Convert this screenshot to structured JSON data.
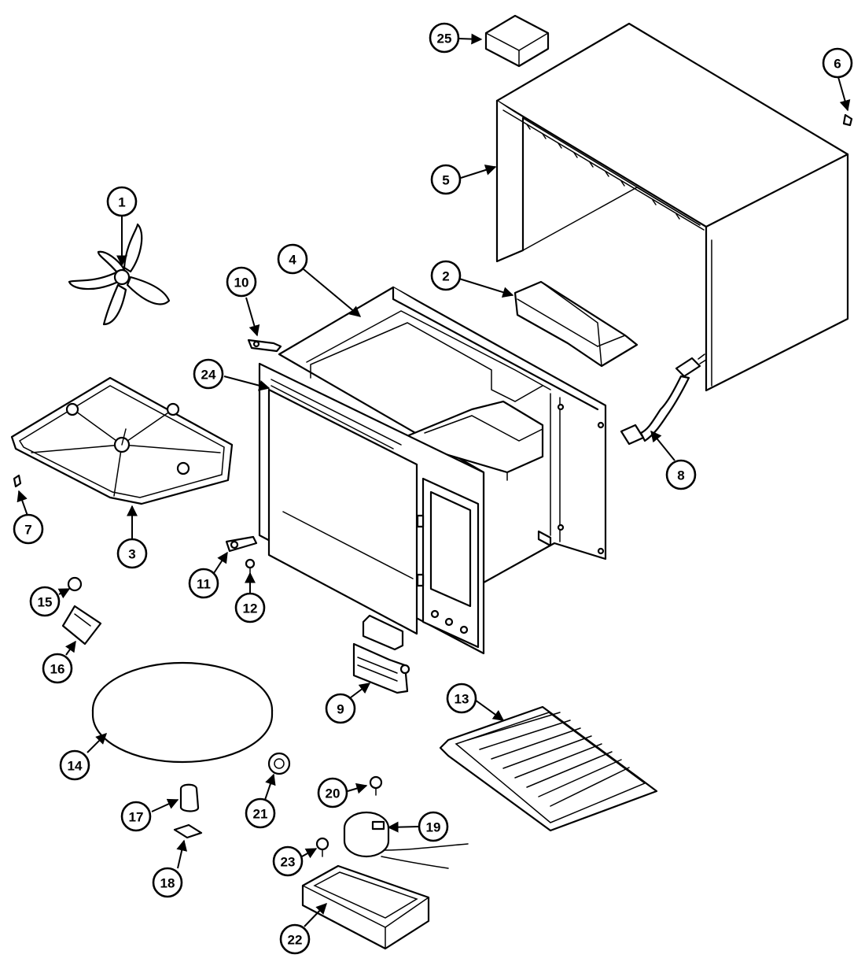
{
  "diagram": {
    "type": "exploded-parts-diagram",
    "callouts": [
      {
        "key": "c1",
        "label": "1"
      },
      {
        "key": "c2",
        "label": "2"
      },
      {
        "key": "c3",
        "label": "3"
      },
      {
        "key": "c4",
        "label": "4"
      },
      {
        "key": "c5",
        "label": "5"
      },
      {
        "key": "c6",
        "label": "6"
      },
      {
        "key": "c7",
        "label": "7"
      },
      {
        "key": "c8",
        "label": "8"
      },
      {
        "key": "c9",
        "label": "9"
      },
      {
        "key": "c10",
        "label": "10"
      },
      {
        "key": "c11",
        "label": "11"
      },
      {
        "key": "c12",
        "label": "12"
      },
      {
        "key": "c13",
        "label": "13"
      },
      {
        "key": "c14",
        "label": "14"
      },
      {
        "key": "c15",
        "label": "15"
      },
      {
        "key": "c16",
        "label": "16"
      },
      {
        "key": "c17",
        "label": "17"
      },
      {
        "key": "c18",
        "label": "18"
      },
      {
        "key": "c19",
        "label": "19"
      },
      {
        "key": "c20",
        "label": "20"
      },
      {
        "key": "c21",
        "label": "21"
      },
      {
        "key": "c22",
        "label": "22"
      },
      {
        "key": "c23",
        "label": "23"
      },
      {
        "key": "c24",
        "label": "24"
      },
      {
        "key": "c25",
        "label": "25"
      }
    ]
  }
}
